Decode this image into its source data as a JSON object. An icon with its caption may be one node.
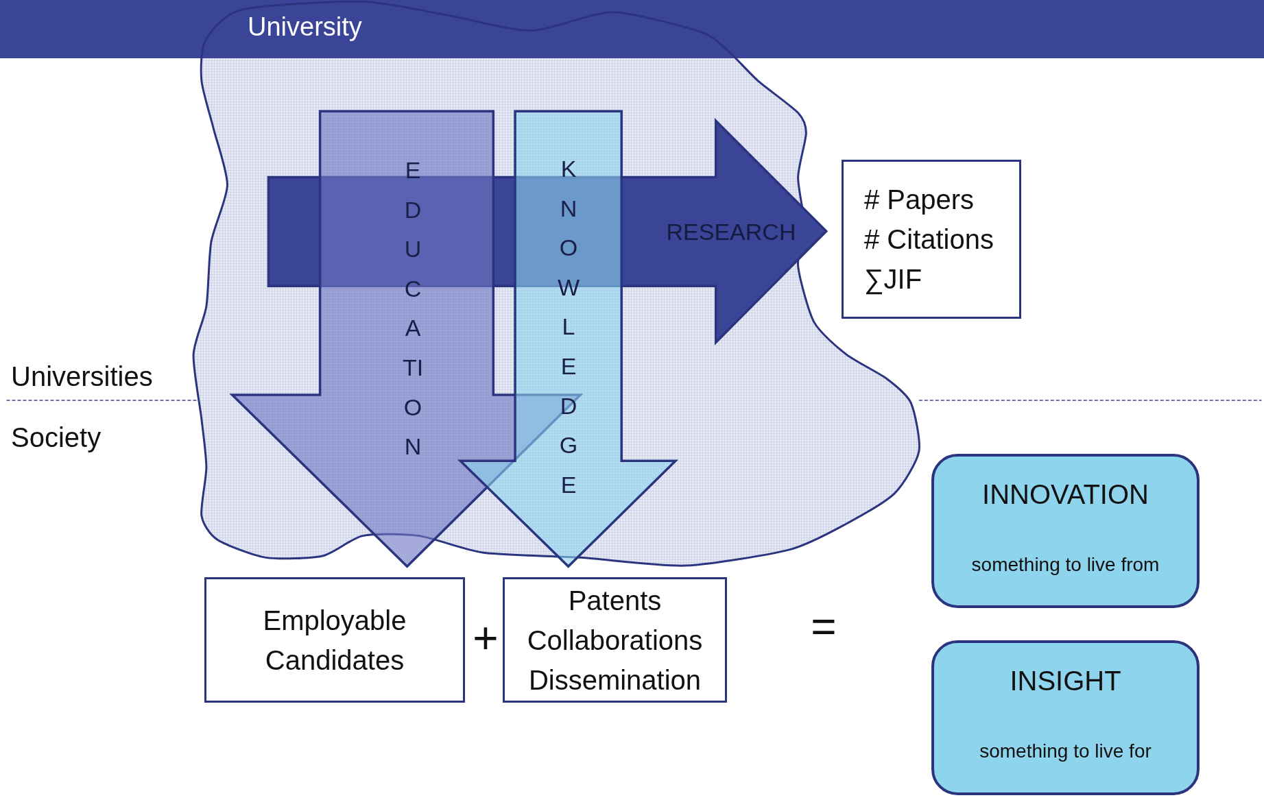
{
  "diagram": {
    "nodes": [
      {
        "text": [
          "University"
        ]
      },
      {
        "text": [
          "EDUCATION"
        ]
      },
      {
        "text": [
          "KNOWLEDGE"
        ]
      },
      {
        "text": [
          "RESEARCH"
        ]
      },
      {
        "text": [
          "# Papers",
          "# Citations",
          "∑JIF"
        ]
      },
      {
        "text": [
          "Employable Candidates"
        ]
      },
      {
        "text": [
          "Patents",
          "Collaborations",
          "Dissemination"
        ]
      },
      {
        "text": [
          "INNOVATION",
          "something to live from"
        ]
      },
      {
        "text": [
          "INSIGHT",
          "something to live for"
        ]
      }
    ],
    "labels": [
      "Universities",
      "Society",
      "+",
      "="
    ]
  }
}
